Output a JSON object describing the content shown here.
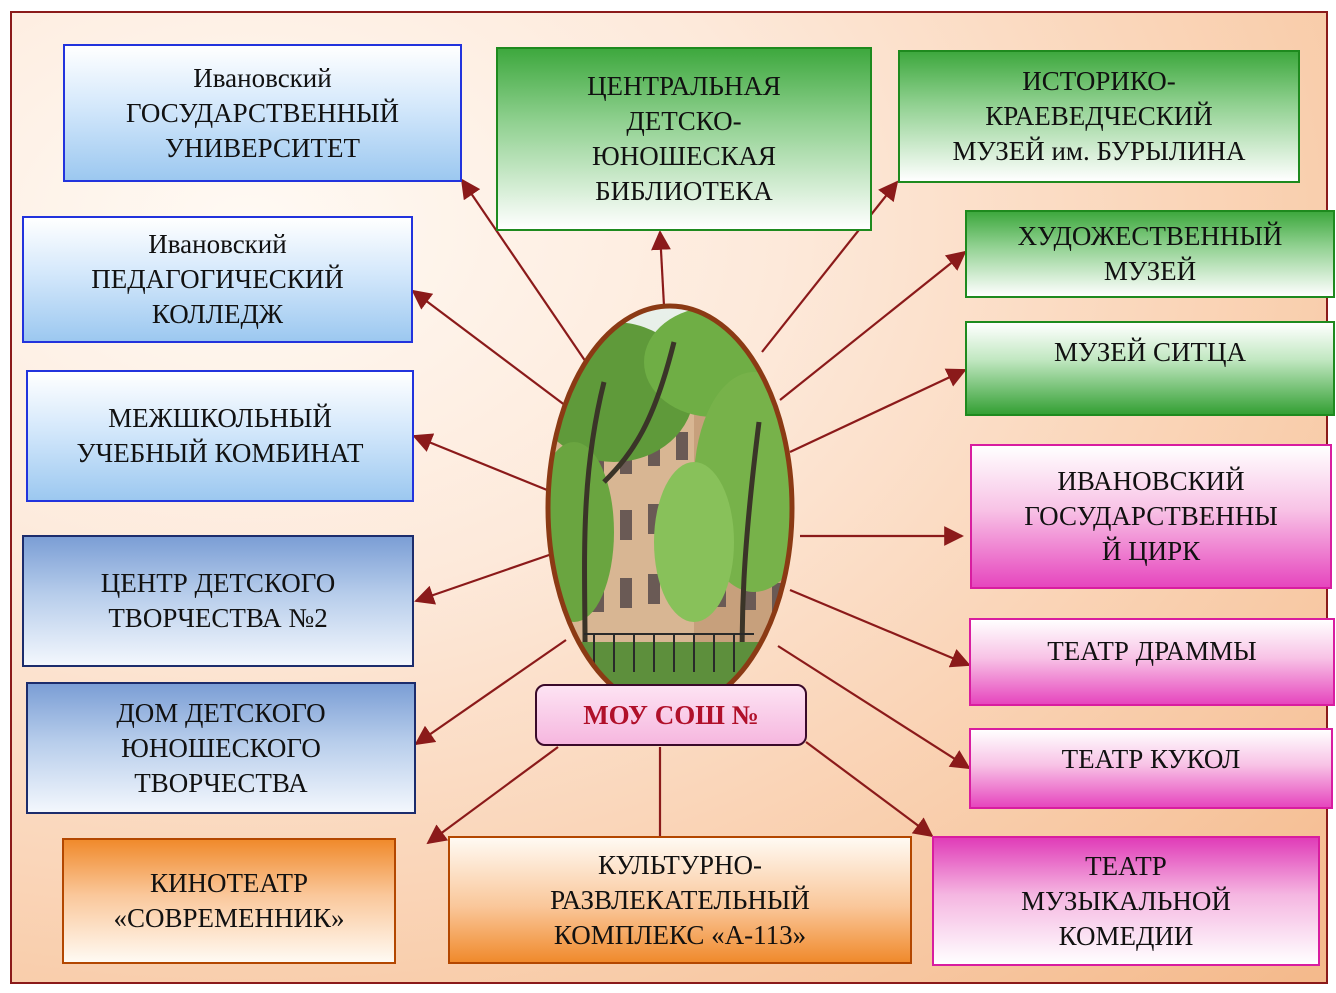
{
  "center": {
    "label": "МОУ СОШ №"
  },
  "photo": {
    "alt": "school-building-photo"
  },
  "nodes": {
    "ivgu": "Ивановский\nГОСУДАРСТВЕННЫЙ\nУНИВЕРСИТЕТ",
    "library": "ЦЕНТРАЛЬНАЯ\nДЕТСКО-\nЮНОШЕСКАЯ\nБИБЛИОТЕКА",
    "burylin": "ИСТОРИКО-\nКРАЕВЕДЧЕСКИЙ\nМУЗЕЙ им. БУРЫЛИНА",
    "ped_college": "Ивановский\nПЕДАГОГИЧЕСКИЙ\nКОЛЛЕДЖ",
    "art_museum": "ХУДОЖЕСТВЕННЫЙ\nМУЗЕЙ",
    "chintz_museum": "МУЗЕЙ СИТЦА",
    "interschool": "МЕЖШКОЛЬНЫЙ\nУЧЕБНЫЙ КОМБИНАТ",
    "circus": "ИВАНОВСКИЙ\nГОСУДАРСТВЕННЫ\nЙ ЦИРК",
    "cdt2": "ЦЕНТР ДЕТСКОГО\nТВОРЧЕСТВА №2",
    "drama": "ТЕАТР ДРАММЫ",
    "puppet": "ТЕАТР КУКОЛ",
    "ddyut": "ДОМ ДЕТСКОГО\nЮНОШЕСКОГО\nТВОРЧЕСТВА",
    "cinema": "КИНОТЕАТР\n«СОВРЕМЕННИК»",
    "a113": "КУЛЬТУРНО-\nРАЗВЛЕКАТЕЛЬНЫЙ\nКОМПЛЕКС «А-113»",
    "musical": "ТЕАТР\nМУЗЫКАЛЬНОЙ\nКОМЕДИИ"
  },
  "colors": {
    "arrow": "#8b1a1a",
    "frame_border": "#8b1a1a",
    "center_text": "#b0102a",
    "blue_border": "#2233dd",
    "green_border": "#1e8a1e",
    "pink_border": "#d81da0",
    "orange_border": "#b34700"
  }
}
